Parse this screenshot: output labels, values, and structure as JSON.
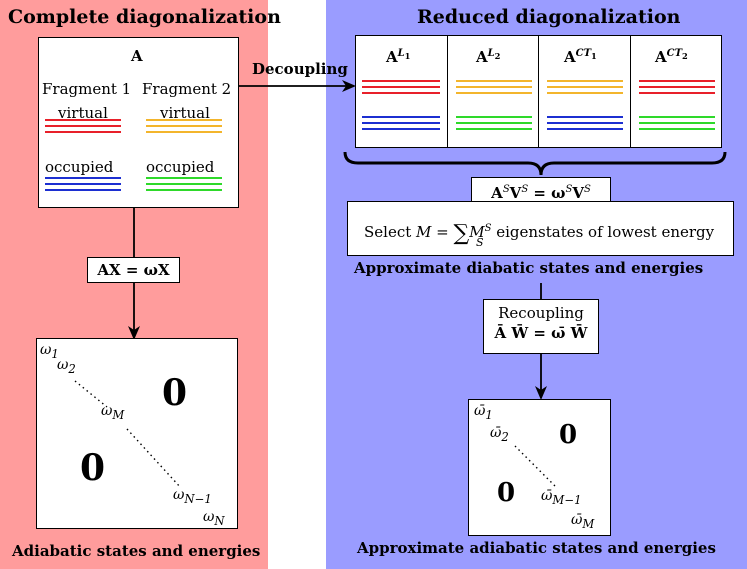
{
  "left": {
    "title": "Complete diagonalization",
    "matrix_label": "A",
    "fragment1": "Fragment 1",
    "fragment2": "Fragment 2",
    "virtual1": "virtual",
    "virtual2": "virtual",
    "occupied1": "occupied",
    "occupied2": "occupied",
    "equation": "AX = ωX",
    "omega_1": "ω",
    "omega_1_sub": "1",
    "omega_2": "ω",
    "omega_2_sub": "2",
    "omega_M": "ω",
    "omega_M_sub": "M",
    "omega_N1": "ω",
    "omega_N1_sub": "N−1",
    "omega_N": "ω",
    "omega_N_sub": "N",
    "zero_top": "0",
    "zero_bottom": "0",
    "caption": "Adiabatic states and energies"
  },
  "arrow_label": "Decoupling",
  "right": {
    "title": "Reduced diagonalization",
    "blocks": [
      {
        "base": "A",
        "sup": "L",
        "sub": "1"
      },
      {
        "base": "A",
        "sup": "L",
        "sub": "2"
      },
      {
        "base": "A",
        "sup": "CT",
        "sub": "1"
      },
      {
        "base": "A",
        "sup": "CT",
        "sub": "2"
      }
    ],
    "eig_equation_a": "A",
    "eig_equation_b": "V",
    "eig_equation_c": " = ω",
    "eig_equation_d": "V",
    "eig_sup": "S",
    "select_prefix": "Select ",
    "select_M": "M",
    "select_eq": " = ",
    "select_sum": "∑",
    "select_sum_sub": "S",
    "select_MS": "M",
    "select_MS_sup": "S",
    "select_suffix": " eigenstates of lowest energy",
    "diabatic_caption": "Approximate diabatic states and energies",
    "recoupling": "Recoupling",
    "recoupling_eq": "Ā W̄ = ω̄ W̄",
    "wbar_1": "ω̄",
    "wbar_1_sub": "1",
    "wbar_2": "ω̄",
    "wbar_2_sub": "2",
    "wbar_M1": "ω̄",
    "wbar_M1_sub": "M−1",
    "wbar_M": "ω̄",
    "wbar_M_sub": "M",
    "zero_top": "0",
    "zero_bottom": "0",
    "caption": "Approximate adiabatic states and energies"
  },
  "colors": {
    "left_panel": "#ff9c9c",
    "right_panel": "#9a9cff",
    "red": "#e8202a",
    "orange": "#f3b52c",
    "blue": "#1c2fd1",
    "green": "#2ed92a"
  }
}
